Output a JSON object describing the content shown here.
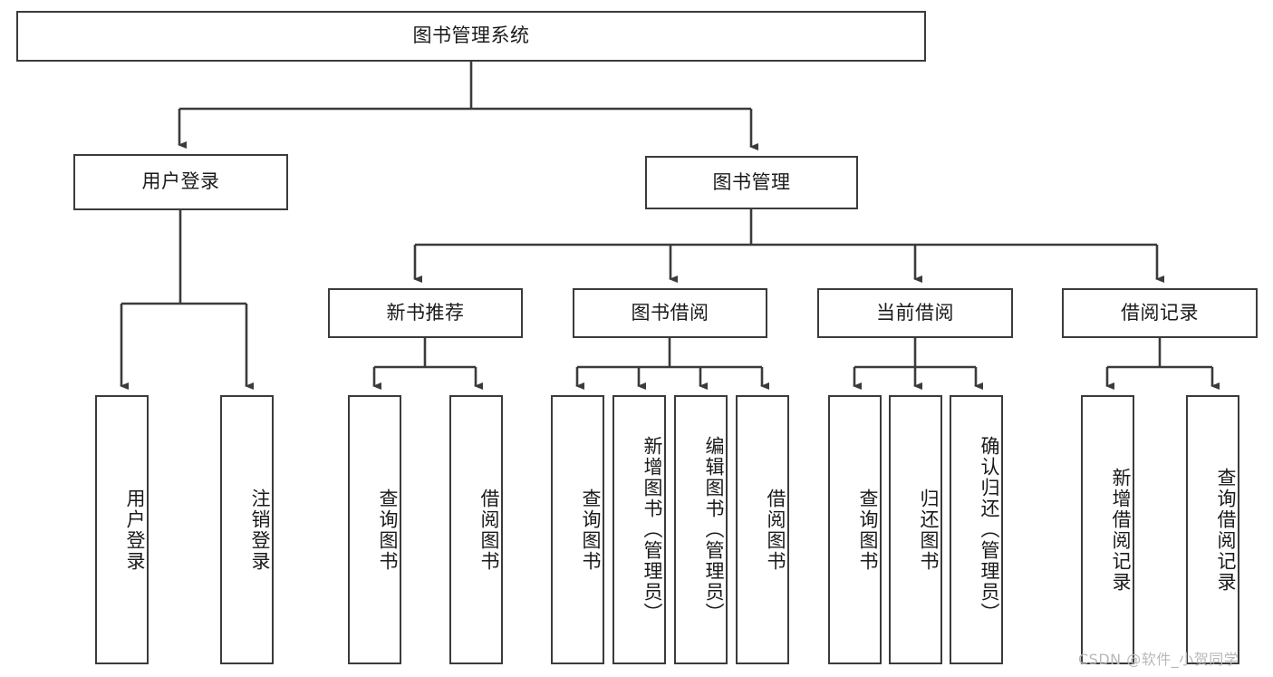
{
  "diagram": {
    "title_node": {
      "label": "图书管理系统"
    },
    "level2": [
      {
        "id": "user-login",
        "label": "用户登录"
      },
      {
        "id": "book-management",
        "label": "图书管理"
      }
    ],
    "level3": [
      {
        "id": "new-book-recommend",
        "label": "新书推荐"
      },
      {
        "id": "book-borrow",
        "label": "图书借阅"
      },
      {
        "id": "current-borrow",
        "label": "当前借阅"
      },
      {
        "id": "borrow-record",
        "label": "借阅记录"
      }
    ],
    "leaves": {
      "user_login": [
        {
          "id": "leaf-user-login",
          "label": "用户登录"
        },
        {
          "id": "leaf-user-logout",
          "label": "注销登录"
        }
      ],
      "new_book_recommend": [
        {
          "id": "leaf-query-book-1",
          "label": "查询图书"
        },
        {
          "id": "leaf-borrow-book-1",
          "label": "借阅图书"
        }
      ],
      "book_borrow": [
        {
          "id": "leaf-query-book-2",
          "label": "查询图书"
        },
        {
          "id": "leaf-add-book",
          "label": "新增图书（管理员）"
        },
        {
          "id": "leaf-edit-book",
          "label": "编辑图书（管理员）"
        },
        {
          "id": "leaf-borrow-book-2",
          "label": "借阅图书"
        }
      ],
      "current_borrow": [
        {
          "id": "leaf-query-book-3",
          "label": "查询图书"
        },
        {
          "id": "leaf-return-book",
          "label": "归还图书"
        },
        {
          "id": "leaf-confirm-return",
          "label": "确认归还（管理员）"
        }
      ],
      "borrow_record": [
        {
          "id": "leaf-add-record",
          "label": "新增借阅记录"
        },
        {
          "id": "leaf-query-record",
          "label": "查询借阅记录"
        }
      ]
    }
  },
  "watermark": {
    "text": "CSDN @软件_小贺同学"
  },
  "colors": {
    "stroke": "#3b3b3b",
    "background": "#ffffff",
    "text": "#1a1a1a",
    "watermark": "#b8b8b8"
  }
}
